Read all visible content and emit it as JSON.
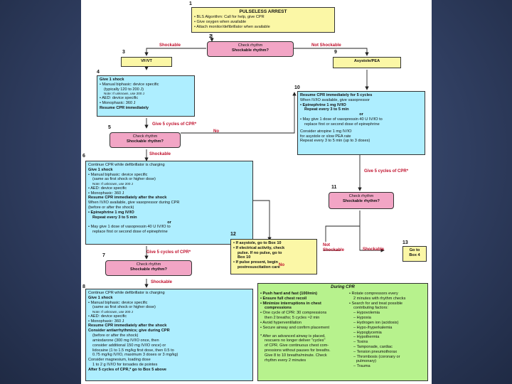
{
  "box1": {
    "number": "1",
    "title": "PULSELESS ARREST",
    "items": [
      "• BLS Algorithm: Call for help, give CPR",
      "• Give oxygen when available",
      "• Attach monitor/defibrillator when available"
    ]
  },
  "box2": {
    "number": "2",
    "title": "Check rhythm",
    "subtitle": "Shockable rhythm?",
    "left_label": "Shockable",
    "right_label": "Not Shockable"
  },
  "box3": {
    "number": "3",
    "text": "VF/VT"
  },
  "box9": {
    "number": "9",
    "text": "Asystole/PEA"
  },
  "box4": {
    "number": "4",
    "lines": [
      "Give 1 shock",
      "• Manual biphasic: device specific",
      "(typically 120 to 200 J)",
      "Note: If unknown, use 200 J",
      "• AED: device specific",
      "• Monophasic: 360 J",
      "Resume CPR immediately"
    ]
  },
  "box5": {
    "number": "5",
    "cycles_label": "Give 5 cycles of CPR*",
    "title": "Check rhythm",
    "subtitle": "Shockable rhythm?",
    "no_label": "No",
    "yes_label": "Shockable"
  },
  "box10": {
    "number": "10",
    "lines": [
      "Resume CPR immediately for 5 cycles",
      "When IV/IO available, give vasopressor",
      "• Epinephrine 1 mg IV/IO",
      "Repeat every 3 to 5 min",
      "or",
      "• May give 1 dose of vasopressin 40 U IV/IO to",
      "replace first or second dose of epinephrine",
      "Consider atropine 1 mg IV/IO",
      "for asystole or slow PEA rate",
      "Repeat every 3 to 5 min (up to 3 doses)"
    ]
  },
  "box6": {
    "number": "6",
    "lines": [
      "Continue CPR while defibrillator is charging",
      "Give 1 shock",
      "• Manual biphasic: device specific",
      "(same as first shock or higher dose)",
      "Note: If unknown, use 200 J",
      "• AED: device specific",
      "• Monophasic: 360 J",
      "Resume CPR immediately after the shock",
      "When IV/IO available, give vasopressor during CPR",
      "(before or after the shock)",
      "• Epinephrine 1 mg IV/IO",
      "Repeat every 3 to 5 min",
      "or",
      "• May give 1 dose of vasopressin 40 U IV/IO to",
      "replace first or second dose of epinephrine"
    ]
  },
  "box11": {
    "number": "11",
    "cycles_label": "Give 5 cycles of CPR*",
    "title": "Check rhythm",
    "subtitle": "Shockable rhythm?"
  },
  "box12": {
    "number": "12",
    "lines": [
      "• If asystole, go to Box 10",
      "• If electrical activity, check",
      "pulse. If no pulse, go to",
      "Box 10",
      "• If pulse present, begin",
      "postresuscitation care"
    ],
    "not_shockable_label": "Not Shockable",
    "shockable_label": "Shockable"
  },
  "box13": {
    "number": "13",
    "text1": "Go to",
    "text2": "Box 4"
  },
  "box7": {
    "number": "7",
    "cycles_label": "Give 5 cycles of CPR*",
    "title": "Check rhythm",
    "subtitle": "Shockable rhythm?",
    "no_label": "No",
    "yes_label": "Shockable"
  },
  "box8": {
    "number": "8",
    "lines": [
      "Continue CPR while defibrillator is charging",
      "Give 1 shock",
      "• Manual biphasic: device specific",
      "(same as first shock or higher dose)",
      "Note: If unknown, use 200 J",
      "• AED: device specific",
      "• Monophasic: 360 J",
      "Resume CPR immediately after the shock",
      "Consider antiarrhythmics; give during CPR",
      "(before or after the shock)",
      "amiodarone (300 mg IV/IO once, then",
      "consider additional 150 mg IV/IO once) or",
      "lidocaine (1 to 1.5 mg/kg first dose, then 0.5 to",
      "0.75 mg/kg IV/IO, maximum 3 doses or 3 mg/kg)",
      "Consider magnesium, loading dose",
      "1 to 2 g IV/IO for torsades de pointes",
      "After 5 cycles of CPR,* go to Box 5 above"
    ]
  },
  "during_cpr": {
    "title": "During CPR",
    "left": [
      "• Push hard and fast (100/min)",
      "• Ensure full chest recoil",
      "• Minimize interruptions in chest",
      "compressions",
      "• One cycle of CPR: 30 compressions",
      "then 2 breaths; 5 cycles ≈2 min",
      "• Avoid hyperventilation",
      "• Secure airway and confirm placement",
      "* After an advanced airway is placed,",
      "rescuers no longer deliver \"cycles\"",
      "of CPR. Give continuous chest com-",
      "pressions without pauses for breaths.",
      "Give 8 to 10 breaths/minute. Check",
      "rhythm every 2 minutes"
    ],
    "right": [
      "• Rotate compressors every",
      "2 minutes with rhythm checks",
      "• Search for and treat possible",
      "contributing factors:",
      "– Hypovolemia",
      "– Hypoxia",
      "– Hydrogen ion (acidosis)",
      "– Hypo-/hyperkalemia",
      "– Hypoglycemia",
      "– Hypothermia",
      "– Toxins",
      "– Tamponade, cardiac",
      "– Tension pneumothorax",
      "– Thrombosis (coronary or",
      "pulmonary)",
      "– Trauma"
    ]
  }
}
